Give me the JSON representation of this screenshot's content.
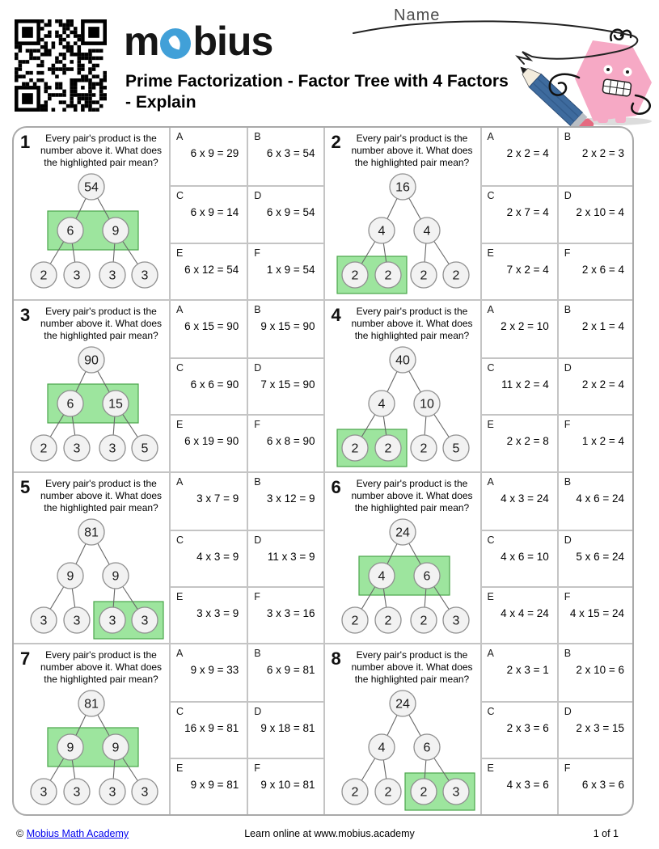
{
  "page": {
    "logo": {
      "prefix": "m",
      "suffix": "bius"
    },
    "title": "Prime Factorization - Factor Tree with 4 Factors - Explain",
    "name_label": "Name"
  },
  "question_text": "Every pair's product is the number above it. What does the highlighted pair mean?",
  "colors": {
    "highlight_fill": "#9de59e",
    "highlight_stroke": "#4aa54a",
    "node_fill": "#f2f2f2",
    "node_stroke": "#8f8f8f",
    "tree_line": "#666666",
    "logo_blue": "#41a0d8",
    "mascot_pink": "#f6a9c5",
    "pencil_blue": "#3e6b9e",
    "eraser_pink": "#e56a80",
    "link_blue": "#0000ee"
  },
  "icons": [
    "qr-code",
    "mobius-logo-o",
    "pencil-icon",
    "mascot-monster",
    "name-line-scribble"
  ],
  "problems": [
    {
      "number": "1",
      "root": "54",
      "middles": [
        "6",
        "9"
      ],
      "leaves": [
        "2",
        "3",
        "3",
        "3"
      ],
      "highlight": "middles",
      "answers": [
        {
          "letter": "A",
          "text": "6 x 9 = 29"
        },
        {
          "letter": "B",
          "text": "6 x 3 = 54"
        },
        {
          "letter": "C",
          "text": "6 x 9 = 14"
        },
        {
          "letter": "D",
          "text": "6 x 9 = 54"
        },
        {
          "letter": "E",
          "text": "6 x 12 = 54"
        },
        {
          "letter": "F",
          "text": "1 x 9 = 54"
        }
      ]
    },
    {
      "number": "2",
      "root": "16",
      "middles": [
        "4",
        "4"
      ],
      "leaves": [
        "2",
        "2",
        "2",
        "2"
      ],
      "highlight": "leaves-left",
      "answers": [
        {
          "letter": "A",
          "text": "2 x 2 = 4"
        },
        {
          "letter": "B",
          "text": "2 x 2 = 3"
        },
        {
          "letter": "C",
          "text": "2 x 7 = 4"
        },
        {
          "letter": "D",
          "text": "2 x 10 = 4"
        },
        {
          "letter": "E",
          "text": "7 x 2 = 4"
        },
        {
          "letter": "F",
          "text": "2 x 6 = 4"
        }
      ]
    },
    {
      "number": "3",
      "root": "90",
      "middles": [
        "6",
        "15"
      ],
      "leaves": [
        "2",
        "3",
        "3",
        "5"
      ],
      "highlight": "middles",
      "answers": [
        {
          "letter": "A",
          "text": "6 x 15 = 90"
        },
        {
          "letter": "B",
          "text": "9 x 15 = 90"
        },
        {
          "letter": "C",
          "text": "6 x 6 = 90"
        },
        {
          "letter": "D",
          "text": "7 x 15 = 90"
        },
        {
          "letter": "E",
          "text": "6 x 19 = 90"
        },
        {
          "letter": "F",
          "text": "6 x 8 = 90"
        }
      ]
    },
    {
      "number": "4",
      "root": "40",
      "middles": [
        "4",
        "10"
      ],
      "leaves": [
        "2",
        "2",
        "2",
        "5"
      ],
      "highlight": "leaves-left",
      "answers": [
        {
          "letter": "A",
          "text": "2 x 2 = 10"
        },
        {
          "letter": "B",
          "text": "2 x 1 = 4"
        },
        {
          "letter": "C",
          "text": "11 x 2 = 4"
        },
        {
          "letter": "D",
          "text": "2 x 2 = 4"
        },
        {
          "letter": "E",
          "text": "2 x 2 = 8"
        },
        {
          "letter": "F",
          "text": "1 x 2 = 4"
        }
      ]
    },
    {
      "number": "5",
      "root": "81",
      "middles": [
        "9",
        "9"
      ],
      "leaves": [
        "3",
        "3",
        "3",
        "3"
      ],
      "highlight": "leaves-right",
      "answers": [
        {
          "letter": "A",
          "text": "3 x 7 = 9"
        },
        {
          "letter": "B",
          "text": "3 x 12 = 9"
        },
        {
          "letter": "C",
          "text": "4 x 3 = 9"
        },
        {
          "letter": "D",
          "text": "11 x 3 = 9"
        },
        {
          "letter": "E",
          "text": "3 x 3 = 9"
        },
        {
          "letter": "F",
          "text": "3 x 3 = 16"
        }
      ]
    },
    {
      "number": "6",
      "root": "24",
      "middles": [
        "4",
        "6"
      ],
      "leaves": [
        "2",
        "2",
        "2",
        "3"
      ],
      "highlight": "middles",
      "answers": [
        {
          "letter": "A",
          "text": "4 x 3 = 24"
        },
        {
          "letter": "B",
          "text": "4 x 6 = 24"
        },
        {
          "letter": "C",
          "text": "4 x 6 = 10"
        },
        {
          "letter": "D",
          "text": "5 x 6 = 24"
        },
        {
          "letter": "E",
          "text": "4 x 4 = 24"
        },
        {
          "letter": "F",
          "text": "4 x 15 = 24"
        }
      ]
    },
    {
      "number": "7",
      "root": "81",
      "middles": [
        "9",
        "9"
      ],
      "leaves": [
        "3",
        "3",
        "3",
        "3"
      ],
      "highlight": "middles",
      "answers": [
        {
          "letter": "A",
          "text": "9 x 9 = 33"
        },
        {
          "letter": "B",
          "text": "6 x 9 = 81"
        },
        {
          "letter": "C",
          "text": "16 x 9 = 81"
        },
        {
          "letter": "D",
          "text": "9 x 18 = 81"
        },
        {
          "letter": "E",
          "text": "9 x 9 = 81"
        },
        {
          "letter": "F",
          "text": "9 x 10 = 81"
        }
      ]
    },
    {
      "number": "8",
      "root": "24",
      "middles": [
        "4",
        "6"
      ],
      "leaves": [
        "2",
        "2",
        "2",
        "3"
      ],
      "highlight": "leaves-right",
      "answers": [
        {
          "letter": "A",
          "text": "2 x 3 = 1"
        },
        {
          "letter": "B",
          "text": "2 x 10 = 6"
        },
        {
          "letter": "C",
          "text": "2 x 3 = 6"
        },
        {
          "letter": "D",
          "text": "2 x 3 = 15"
        },
        {
          "letter": "E",
          "text": "4 x 3 = 6"
        },
        {
          "letter": "F",
          "text": "6 x 3 = 6"
        }
      ]
    }
  ],
  "footer": {
    "copyright_symbol": "© ",
    "link_text": "Mobius Math Academy",
    "center_text": "Learn online at www.mobius.academy",
    "page_indicator": "1 of 1"
  }
}
